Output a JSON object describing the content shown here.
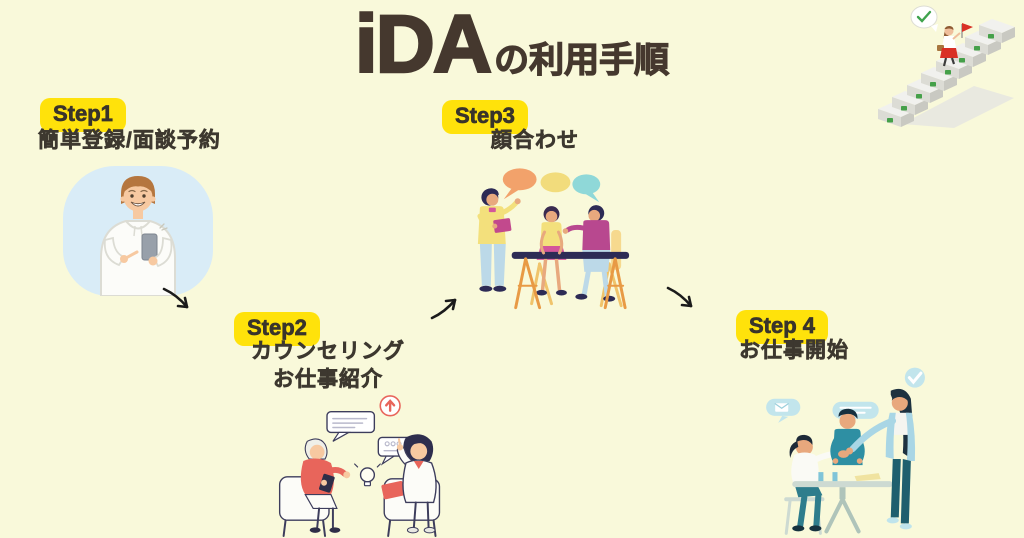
{
  "colors": {
    "background": "#F9F9DA",
    "badge_bg": "#FFE20B",
    "title": "#45382E",
    "text": "#3D382F",
    "arrow": "#1B1B1B"
  },
  "title": {
    "brand": "iDA",
    "suffix": "の利用手順"
  },
  "steps": [
    {
      "badge": "Step1",
      "line1": "簡単登録/面談予約"
    },
    {
      "badge": "Step2",
      "line1": "カウンセリング",
      "line2": "お仕事紹介"
    },
    {
      "badge": "Step3",
      "line1": "顔合わせ"
    },
    {
      "badge": "Step 4",
      "line1": "お仕事開始"
    }
  ]
}
